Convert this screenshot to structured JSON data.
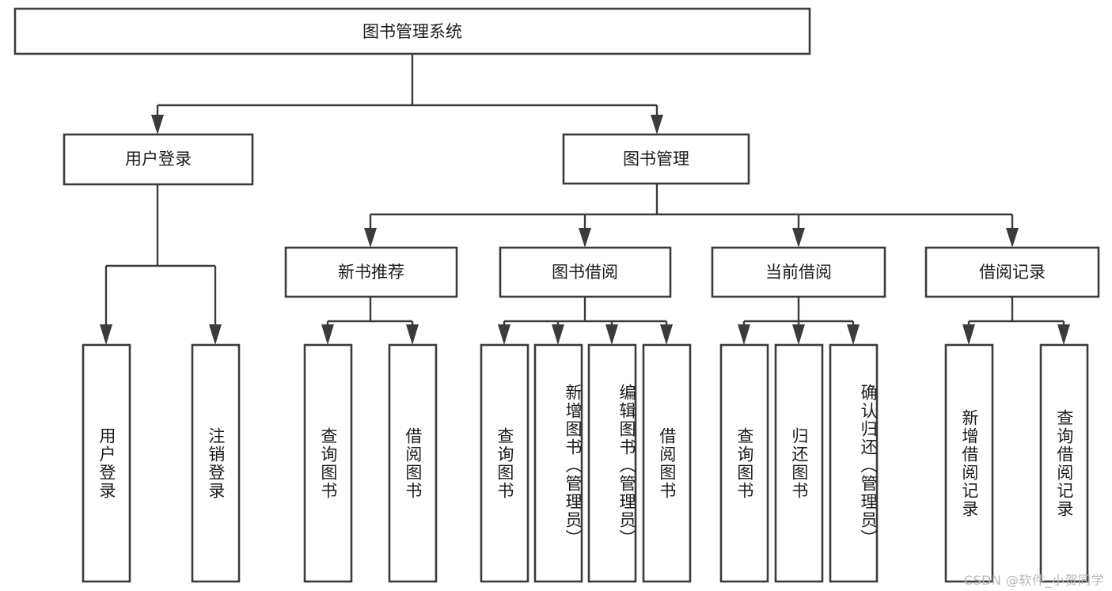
{
  "diagram": {
    "type": "tree-hierarchy",
    "title": "图书管理系统",
    "orientation": "top-down",
    "colors": {
      "box_stroke": "#3b3b3b",
      "box_fill": "#ffffff",
      "text": "#1b1b1b",
      "connector": "#3b3b3b",
      "background": "#ffffff",
      "watermark": "#b9b9b9"
    },
    "root": {
      "label": "图书管理系统"
    },
    "level2": [
      {
        "label": "用户登录"
      },
      {
        "label": "图书管理"
      }
    ],
    "level3": [
      {
        "label": "新书推荐"
      },
      {
        "label": "图书借阅"
      },
      {
        "label": "当前借阅"
      },
      {
        "label": "借阅记录"
      }
    ],
    "leaves": {
      "user_login": [
        {
          "label": "用户登录"
        },
        {
          "label": "注销登录"
        }
      ],
      "new_book_recommend": [
        {
          "label": "查询图书"
        },
        {
          "label": "借阅图书"
        }
      ],
      "book_borrow": [
        {
          "label": "查询图书"
        },
        {
          "label": "新增图书（管理员）"
        },
        {
          "label": "编辑图书（管理员）"
        },
        {
          "label": "借阅图书"
        }
      ],
      "current_borrow": [
        {
          "label": "查询图书"
        },
        {
          "label": "归还图书"
        },
        {
          "label": "确认归还（管理员）"
        }
      ],
      "borrow_record": [
        {
          "label": "新增借阅记录"
        },
        {
          "label": "查询借阅记录"
        }
      ]
    }
  },
  "watermark": {
    "text": "CSDN @软件_小贺同学"
  }
}
